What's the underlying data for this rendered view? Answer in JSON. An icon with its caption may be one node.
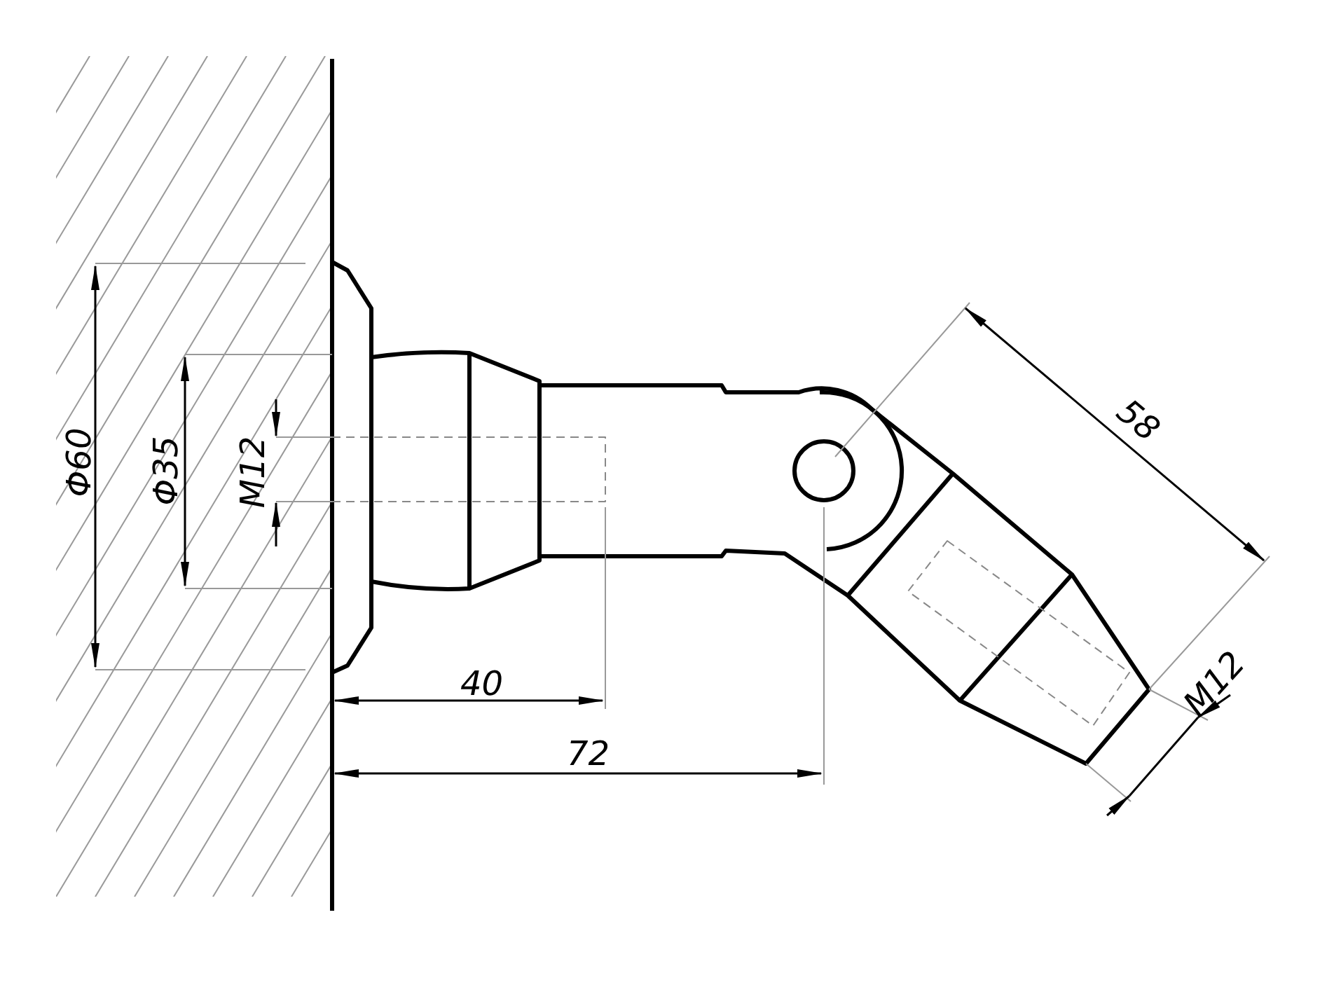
{
  "diagram": {
    "labels": [
      "Φ60",
      "Φ35",
      "M12",
      "40",
      "72",
      "58",
      "M12"
    ]
  }
}
